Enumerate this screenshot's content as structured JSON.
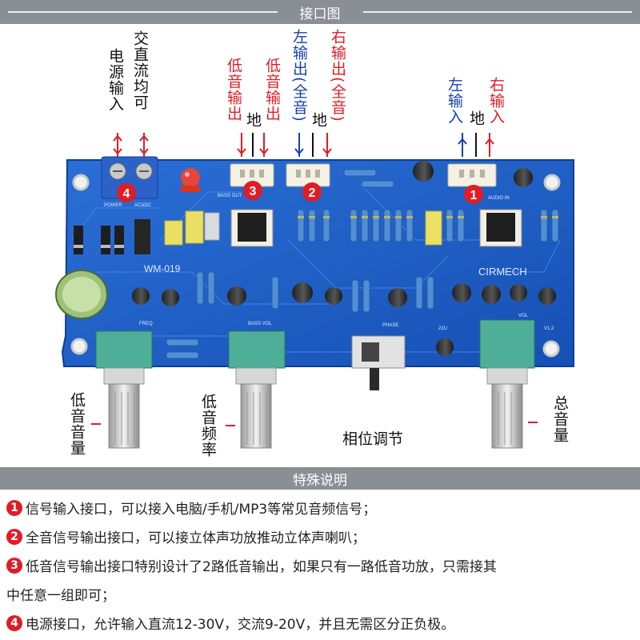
{
  "header": {
    "title": "接口图"
  },
  "labels": {
    "power_in": "电源输入",
    "ac_dc": "交直流均可",
    "bass_out": "低音输出",
    "ground": "地",
    "left_out_full": "左输出(全音)",
    "right_out_full": "右输出(全音)",
    "left_in": "左输入",
    "right_in": "右输入",
    "bass_volume": "低音音量",
    "bass_freq": "低音频率",
    "phase_adjust": "相位调节",
    "master_volume": "总音量"
  },
  "board": {
    "model": "WM-019",
    "brand": "CIRMECH",
    "markers": [
      "1",
      "2",
      "3",
      "4"
    ],
    "silk": {
      "bass_out": "BASS OUT",
      "audio_in": "AUDIO IN",
      "power": "POWER",
      "acdc": "AC&DC",
      "freq": "FREQ",
      "bass_vol": "BASS VOL",
      "phase": "PHASE",
      "vol": "VOL",
      "ver": "V1.2",
      "cap": "22U"
    }
  },
  "notes_section": {
    "title": "特殊说明",
    "items": [
      {
        "num": "1",
        "text": "信号输入接口，可以接入电脑/手机/MP3等常见音频信号；"
      },
      {
        "num": "2",
        "text": "全音信号输出接口，可以接立体声功放推动立体声喇叭；"
      },
      {
        "num": "3",
        "text": "低音信号输出接口特别设计了2路低音输出，如果只有一路低音功放，只需接其",
        "cont": "中任意一组即可；"
      },
      {
        "num": "4",
        "text": "电源接口，允许输入直流12-30V，交流9-20V，并且无需区分正负极。"
      }
    ]
  },
  "colors": {
    "banner": "#8a8e95",
    "pcb": "#1b5ec8",
    "red": "#e01c24",
    "blue": "#1640b4",
    "pot": "#4fae98"
  }
}
